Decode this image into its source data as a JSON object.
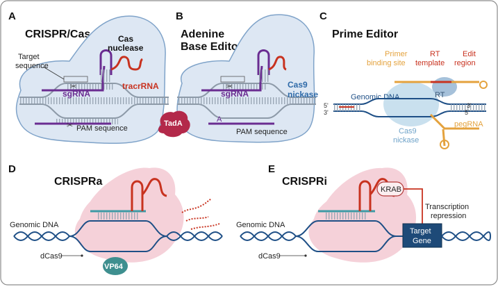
{
  "panels": {
    "a": {
      "letter": "A",
      "title": "CRISPR/Cas",
      "target_line1": "Target",
      "target_line2": "sequence",
      "cas_line1": "Cas",
      "cas_line2": "nuclease",
      "sgrna": "sgRNA",
      "tracrrna": "tracrRNA",
      "pam": "PAM sequence"
    },
    "b": {
      "letter": "B",
      "title_line1": "Adenine",
      "title_line2": "Base Editor",
      "cas9_line1": "Cas9",
      "cas9_line2": "nickase",
      "sgrna": "sgRNA",
      "base": "A",
      "tada": "TadA",
      "pam": "PAM sequence"
    },
    "c": {
      "letter": "C",
      "title": "Prime Editor",
      "primer_line1": "Primer",
      "primer_line2": "binding site",
      "rt_tmpl_line1": "RT",
      "rt_tmpl_line2": "template",
      "edit_line1": "Edit",
      "edit_line2": "region",
      "genomic": "Genomic DNA",
      "rt": "RT",
      "five_left": "5'",
      "three_left": "3'",
      "three_right": "3'",
      "five_right": "5'",
      "cas9_line1": "Cas9",
      "cas9_line2": "nickase",
      "pegrna": "pegRNA"
    },
    "d": {
      "letter": "D",
      "title": "CRISPRa",
      "genomic": "Genomic DNA",
      "dcas9": "dCas9",
      "vp64": "VP64"
    },
    "e": {
      "letter": "E",
      "title": "CRISPRi",
      "genomic": "Genomic DNA",
      "dcas9": "dCas9",
      "krab": "KRAB",
      "repr_line1": "Transcription",
      "repr_line2": "repression",
      "gene_line1": "Target",
      "gene_line2": "Gene"
    }
  },
  "colors": {
    "blob_fill": "#dde7f3",
    "blob_stroke": "#7fa3c9",
    "dna_blue": "#1e4f86",
    "rna_purple": "#6a2c91",
    "rna_red": "#c8321f",
    "rna_orange": "#e4a23d",
    "teal": "#3e9aa5",
    "pink_fill": "#f3c9d2",
    "tada": "#b3294a",
    "vp64": "#3e8f8f",
    "gene_box": "#1e4a78",
    "cas9_text": "#2e6aa8"
  }
}
